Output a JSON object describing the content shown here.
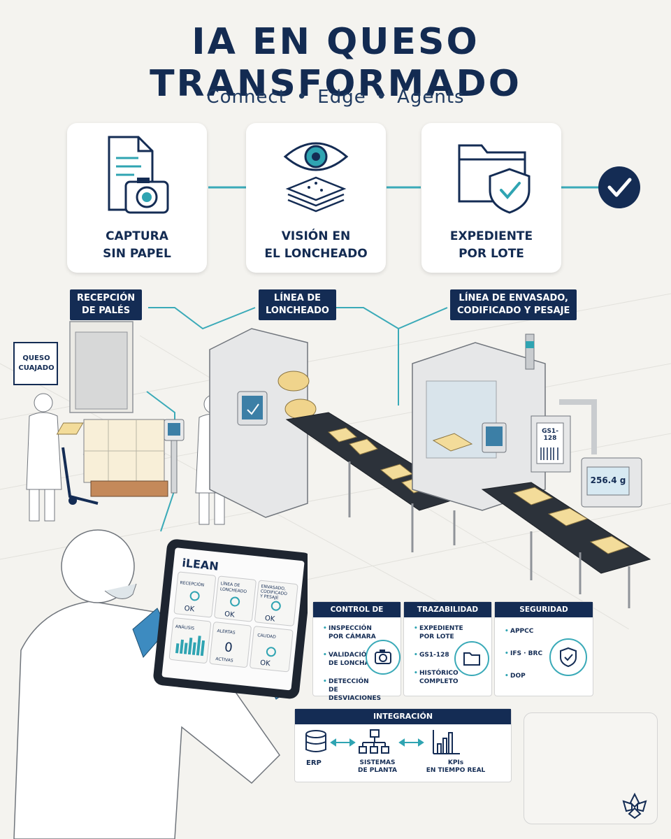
{
  "title": "IA EN QUESO TRANSFORMADO",
  "subtitle": {
    "p1": "Connect",
    "p2": "Edge",
    "p3": "Agents",
    "sep": "•"
  },
  "steps": [
    {
      "line1": "CAPTURA",
      "line2": "SIN PAPEL",
      "icon": "document-camera-icon"
    },
    {
      "line1": "VISIÓN EN",
      "line2": "EL LONCHEADO",
      "icon": "eye-slices-icon"
    },
    {
      "line1": "EXPEDIENTE",
      "line2": "POR LOTE",
      "icon": "folder-shield-icon"
    }
  ],
  "zones": [
    {
      "line1": "RECEPCIÓN",
      "line2": "DE PALÉS"
    },
    {
      "line1": "LÍNEA DE",
      "line2": "LONCHEADO"
    },
    {
      "line1": "LÍNEA DE ENVASADO,",
      "line2": "CODIFICADO Y PESAJE"
    }
  ],
  "scene": {
    "door_sign_1": "QUESO",
    "door_sign_2": "CUAJADO",
    "gs1_tag": "GS1-128",
    "scale_reading": "256.4 g"
  },
  "tablet": {
    "brand": "iLEAN",
    "tiles": [
      {
        "label": "RECEPCIÓN",
        "status": "OK"
      },
      {
        "label1": "LÍNEA DE",
        "label2": "LONCHEADO",
        "status": "OK"
      },
      {
        "label1": "ENVASADO,",
        "label2": "CODIFICADO",
        "label3": "Y PESAJE",
        "status": "OK"
      },
      {
        "label": "ANÁLISIS"
      },
      {
        "label": "ALERTAS",
        "value": "0",
        "sub": "ACTIVAS"
      },
      {
        "label": "CALIDAD",
        "status": "OK"
      }
    ]
  },
  "panels": {
    "calidad": {
      "title": "CONTROL DE CALIDAD",
      "items": [
        "INSPECCIÓN POR CÁMARA",
        "VALIDACIÓN DE LONCHAS",
        "DETECCIÓN DE DESVIACIONES"
      ]
    },
    "trazabilidad": {
      "title": "TRAZABILIDAD",
      "items": [
        "EXPEDIENTE POR LOTE",
        "GS1-128",
        "HISTÓRICO COMPLETO"
      ]
    },
    "seguridad": {
      "title": "SEGURIDAD ALIMENTARIA",
      "items": [
        "APPCC",
        "IFS · BRC",
        "DOP"
      ]
    }
  },
  "integracion": {
    "title": "INTEGRACIÓN",
    "erp": "ERP",
    "plant1": "SISTEMAS",
    "plant2": "DE PLANTA",
    "kpi1": "KPIs",
    "kpi2": "EN TIEMPO REAL"
  },
  "colors": {
    "navy": "#142c54",
    "teal": "#2fa4b2",
    "bg": "#f4f3ef"
  }
}
